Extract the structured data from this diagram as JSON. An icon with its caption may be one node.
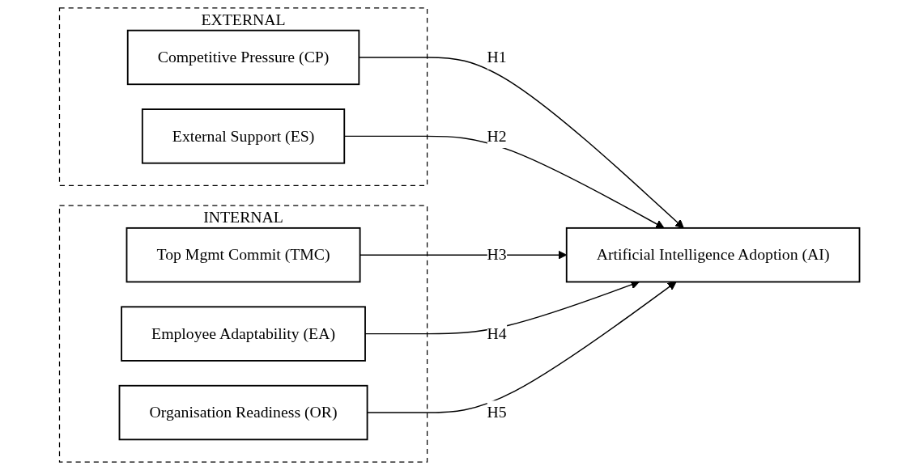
{
  "diagram": {
    "nodes": [
      {
        "text": [
          "EXTERNAL"
        ]
      },
      {
        "text": [
          "Competitive Pressure (CP)"
        ],
        "in": 0
      },
      {
        "text": [
          "External Support (ES)"
        ],
        "in": 0
      },
      {
        "text": [
          "INTERNAL"
        ]
      },
      {
        "text": [
          "Top Mgmt Commit (TMC)"
        ],
        "in": 3
      },
      {
        "text": [
          "Employee Adaptability (EA)"
        ],
        "in": 3
      },
      {
        "text": [
          "Organisation Readiness (OR)"
        ],
        "in": 3
      },
      {
        "text": [
          "Artificial Intelligence Adoption (AI)"
        ]
      }
    ],
    "edges": [
      {
        "from": 1,
        "to": 7,
        "arrow": "to",
        "label": "H1"
      },
      {
        "from": 2,
        "to": 7,
        "arrow": "to",
        "label": "H2"
      },
      {
        "from": 4,
        "to": 7,
        "arrow": "to",
        "label": "H3"
      },
      {
        "from": 5,
        "to": 7,
        "arrow": "to",
        "label": "H4"
      },
      {
        "from": 6,
        "to": 7,
        "arrow": "to",
        "label": "H5"
      }
    ]
  }
}
